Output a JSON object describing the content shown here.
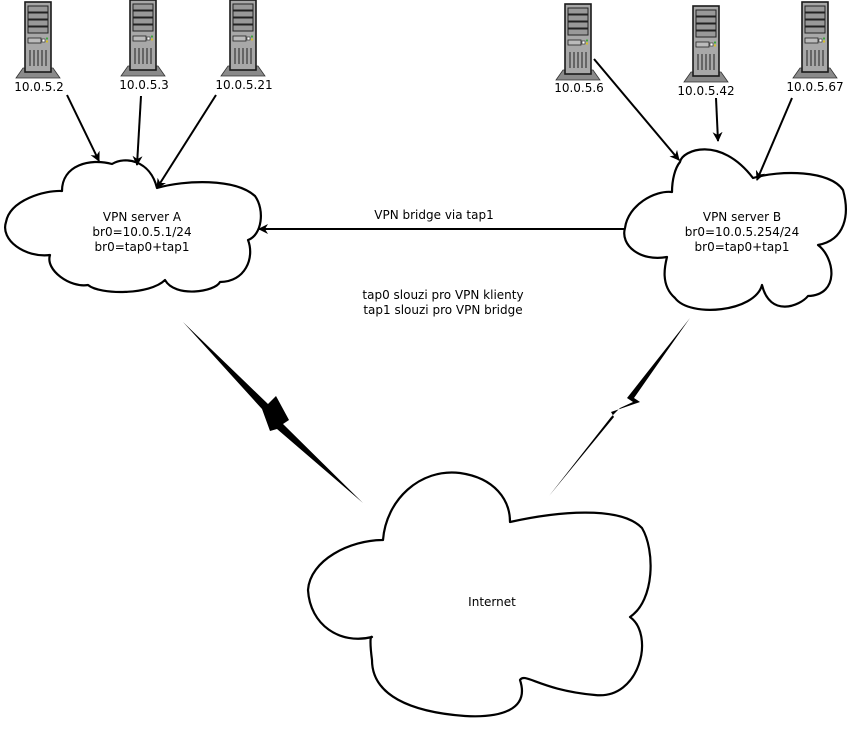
{
  "servers_left": [
    {
      "ip": "10.0.5.2"
    },
    {
      "ip": "10.0.5.3"
    },
    {
      "ip": "10.0.5.21"
    }
  ],
  "servers_right": [
    {
      "ip": "10.0.5.6"
    },
    {
      "ip": "10.0.5.42"
    },
    {
      "ip": "10.0.5.67"
    }
  ],
  "vpn_a": {
    "title": "VPN server A",
    "line1": "br0=10.0.5.1/24",
    "line2": "br0=tap0+tap1"
  },
  "vpn_b": {
    "title": "VPN server B",
    "line1": "br0=10.0.5.254/24",
    "line2": "br0=tap0+tap1"
  },
  "bridge_label": "VPN bridge via tap1",
  "notes": {
    "line1": "tap0 slouzi pro VPN klienty",
    "line2": "tap1 slouzi pro VPN bridge"
  },
  "internet": {
    "label": "Internet"
  },
  "colors": {
    "server_body": "#a8a8a8",
    "server_stroke": "#1a1a1a",
    "server_base": "#8a8a8a",
    "led_green": "#3aa63a",
    "led_yellow": "#d8c020"
  }
}
